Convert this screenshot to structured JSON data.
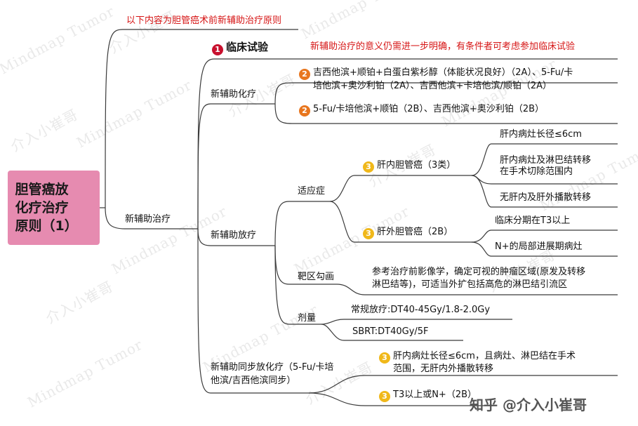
{
  "root": {
    "title": "胆管癌放\n化疗治疗\n原则（1）"
  },
  "note": {
    "text": "以下内容为胆管癌术前新辅助治疗原则"
  },
  "branch": {
    "label": "新辅助治疗"
  },
  "clinical_trial": {
    "badge": "1",
    "label": "临床试验",
    "note": "新辅助治疗的意义仍需进一步明确，有条件者可考虑参加临床试验"
  },
  "chemo": {
    "label": "新辅助化疗",
    "item1": {
      "badge": "2",
      "line1": "吉西他滨+顺铂+白蛋白紫杉醇（体能状况良好）（2A）、5-Fu/卡",
      "line2": "培他滨+奥沙利铂（2A）、吉西他滨+卡培他滨/顺铂（2A）"
    },
    "item2": {
      "badge": "2",
      "text": "5-Fu/卡培他滨+顺铂（2B）、吉西他滨+奥沙利铂（2B）"
    }
  },
  "radio": {
    "label": "新辅助放疗",
    "indication": {
      "label": "适应症",
      "intra": {
        "badge": "3",
        "label": "肝内胆管癌（3类）",
        "c1": "肝内病灶长径≤6cm",
        "c2_line1": "肝内病灶及淋巴结转移",
        "c2_line2": "在手术切除范围内",
        "c3": "无肝内及肝外播散转移"
      },
      "extra": {
        "badge": "3",
        "label": "肝外胆管癌（2B）",
        "c1": "临床分期在T3以上",
        "c2": "N+的局部进展期病灶"
      }
    },
    "target": {
      "label": "靶区勾画",
      "line1": "参考治疗前影像学，确定可视的肿瘤区域(原发及转移",
      "line2": "淋巴结等)，可适当外扩包括高危的淋巴结引流区"
    },
    "dose": {
      "label": "剂量",
      "conventional": "常规放疗:DT40-45Gy/1.8-2.0Gy",
      "sbrt": "SBRT:DT40Gy/5F"
    }
  },
  "concurrent": {
    "line1": "新辅助同步放化疗（5-Fu/卡培",
    "line2": "他滨/吉西他滨同步）",
    "item1": {
      "badge": "3",
      "line1": "肝内病灶长径≤6cm，且病灶、淋巴结在手术",
      "line2": "范围，无肝内外播散转移"
    },
    "item2": {
      "badge": "3",
      "text": "T3以上或N+（2B）"
    }
  },
  "watermark": {
    "text1": "介入小崔哥",
    "text2": "Mindmap Tumor",
    "zhihu": "知乎 @介入小崔哥"
  },
  "colors": {
    "root_bg": "#e68bb0",
    "note_red": "#d61515",
    "badge1": "#c8102e",
    "badge2": "#e8761e",
    "badge3": "#f0b81a"
  }
}
